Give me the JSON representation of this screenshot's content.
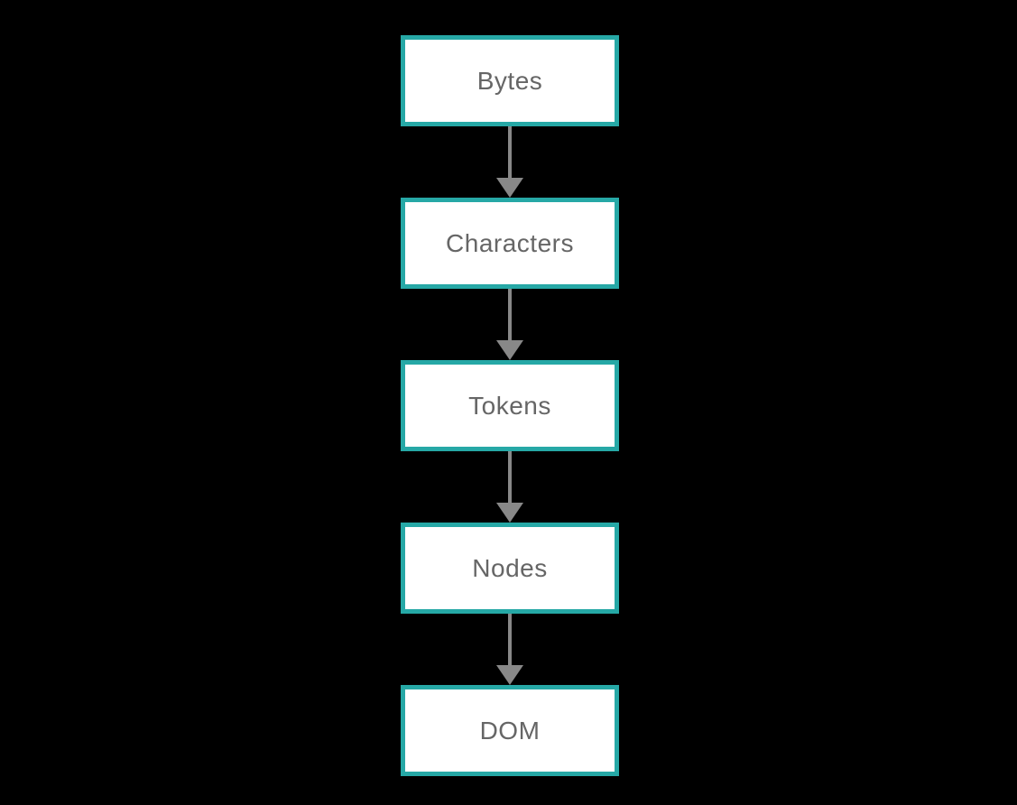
{
  "diagram": {
    "type": "flowchart",
    "direction": "top-down",
    "nodes": [
      {
        "id": "bytes",
        "label": "Bytes"
      },
      {
        "id": "characters",
        "label": "Characters"
      },
      {
        "id": "tokens",
        "label": "Tokens"
      },
      {
        "id": "nodes",
        "label": "Nodes"
      },
      {
        "id": "dom",
        "label": "DOM"
      }
    ],
    "edges": [
      {
        "from": "Bytes",
        "to": "Characters"
      },
      {
        "from": "Characters",
        "to": "Tokens"
      },
      {
        "from": "Tokens",
        "to": "Nodes"
      },
      {
        "from": "Nodes",
        "to": "DOM"
      }
    ],
    "colors": {
      "background": "#000000",
      "node_border": "#26A8A6",
      "node_fill": "#FFFFFF",
      "node_text": "#666666",
      "arrow": "#888888"
    }
  }
}
